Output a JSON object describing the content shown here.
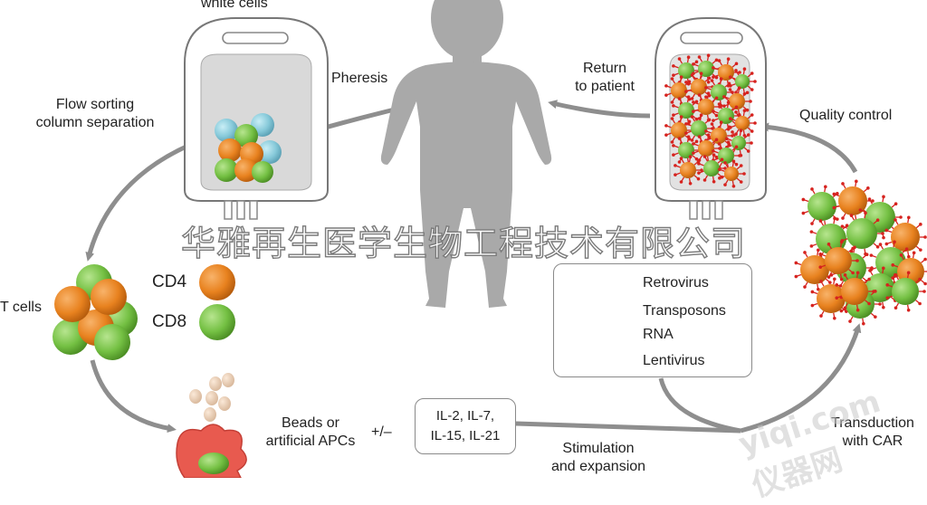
{
  "labels": {
    "white_cells": "white cells",
    "pheresis": "Pheresis",
    "flow_sorting": "Flow sorting",
    "column_separation": "column separation",
    "return_to": "Return",
    "to_patient": "to patient",
    "quality_control": "Quality control",
    "t_cells": "T cells",
    "cd4": "CD4",
    "cd8": "CD8",
    "beads_or": "Beads or",
    "artificial_apcs": "artificial APCs",
    "plus_minus": "+/–",
    "il_line1": "IL-2, IL-7,",
    "il_line2": "IL-15, IL-21",
    "stimulation": "Stimulation",
    "and_expansion": "and expansion",
    "transduction": "Transduction",
    "with_car": "with CAR"
  },
  "legend": [
    {
      "label": "Retrovirus",
      "icon": "hexagon-light-blue"
    },
    {
      "label": "Transposons",
      "icon": "ellipse-outline-navy"
    },
    {
      "label": "RNA",
      "icon": "wavy-line-red"
    },
    {
      "label": "Lentivirus",
      "icon": "hexagon-purple"
    }
  ],
  "watermark": "华雅再生医学生物工程技术有限公司",
  "corner_watermark": "yiqi.com 仪器网",
  "colors": {
    "cd4": "#e8821f",
    "cd8": "#74c043",
    "arrow": "#8e8e8e",
    "body": "#a9a9a9",
    "retrovirus": "#7fd0e2",
    "transposon": "#1b2a7a",
    "rna": "#d6231f",
    "lentivirus": "#8d3a9a",
    "apc": "#e85a4f"
  }
}
